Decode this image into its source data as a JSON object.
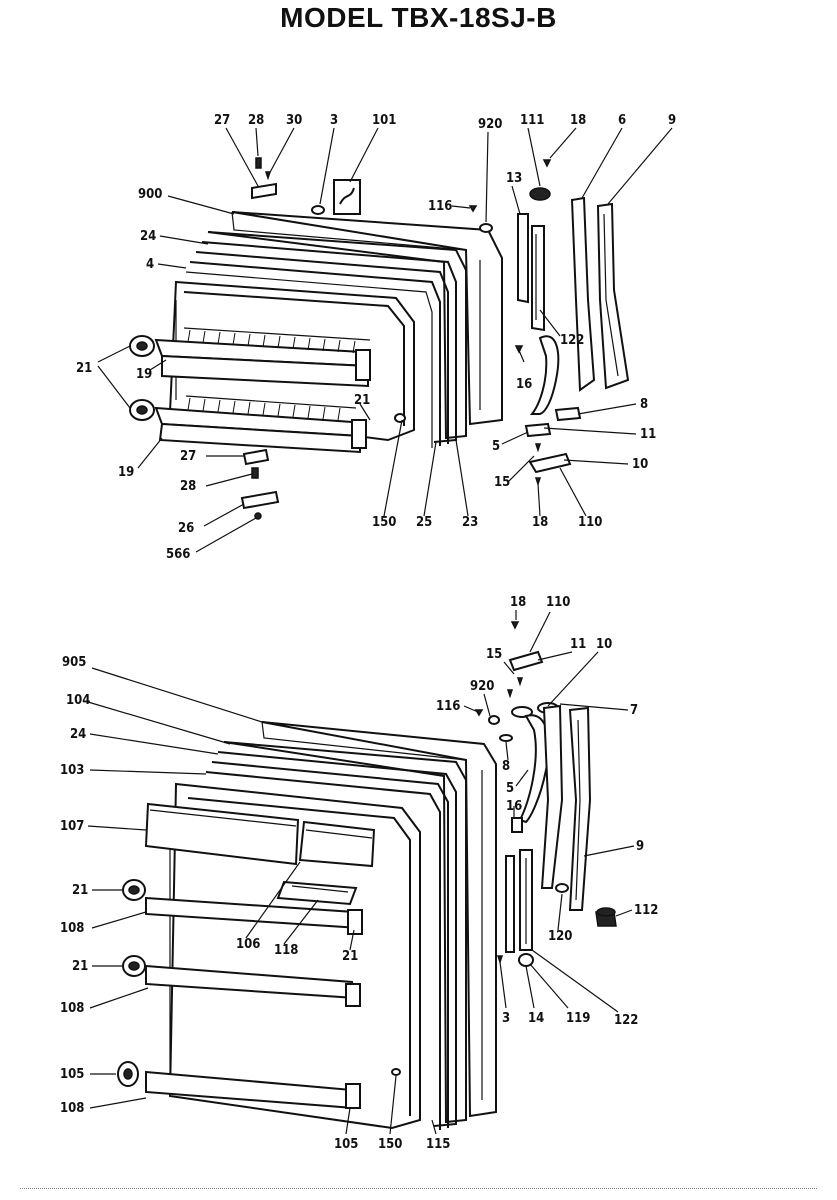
{
  "title": "MODEL TBX-18SJ-B",
  "top_assembly": {
    "labels": [
      "27",
      "28",
      "30",
      "3",
      "101",
      "920",
      "111",
      "18",
      "6",
      "9",
      "900",
      "116",
      "13",
      "24",
      "4",
      "122",
      "16",
      "21",
      "19",
      "21",
      "8",
      "5",
      "11",
      "19",
      "10",
      "27",
      "15",
      "28",
      "150",
      "25",
      "23",
      "18",
      "110",
      "26",
      "566"
    ]
  },
  "bottom_assembly": {
    "labels": [
      "18",
      "110",
      "15",
      "11",
      "10",
      "905",
      "920",
      "104",
      "116",
      "7",
      "24",
      "8",
      "103",
      "5",
      "16",
      "107",
      "9",
      "21",
      "112",
      "106",
      "118",
      "120",
      "108",
      "21",
      "21",
      "3",
      "14",
      "119",
      "122",
      "108",
      "105",
      "108",
      "105",
      "150",
      "115"
    ]
  }
}
